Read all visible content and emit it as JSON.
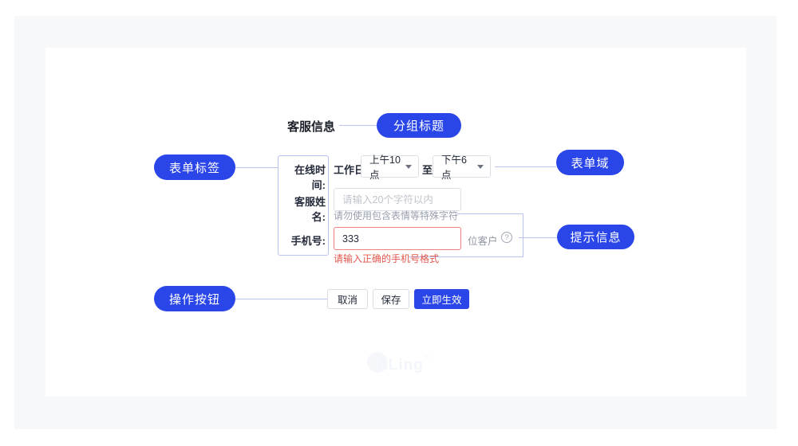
{
  "colors": {
    "accent": "#2b46e8",
    "annotation_line": "#b9c3ee",
    "error_text": "#e2574f",
    "error_border": "#ee837c"
  },
  "annotations": {
    "group_title": {
      "label": "分组标题"
    },
    "form_label": {
      "label": "表单标签"
    },
    "form_field": {
      "label": "表单域"
    },
    "hint_info": {
      "label": "提示信息"
    },
    "action_buttons": {
      "label": "操作按钮"
    }
  },
  "form": {
    "section_title": "客服信息",
    "online_time": {
      "label": "在线时间:",
      "prefix": "工作日",
      "start_value": "上午10点",
      "separator": "至",
      "end_value": "下午6点"
    },
    "service_name": {
      "label": "客服姓名:",
      "placeholder": "请输入20个字符以内",
      "hint": "请勿使用包含表情等特殊字符"
    },
    "phone": {
      "label": "手机号:",
      "value": "333",
      "suffix": "位客户",
      "error": "请输入正确的手机号格式"
    },
    "actions": {
      "cancel": "取消",
      "save": "保存",
      "submit": "立即生效"
    }
  },
  "watermark": {
    "text": "ALing",
    "mark": "™"
  }
}
